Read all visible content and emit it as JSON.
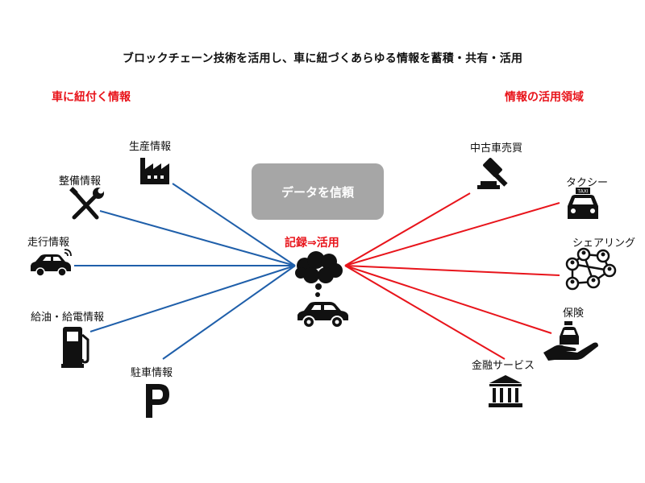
{
  "title": "ブロックチェーン技術を活用し、車に紐づくあらゆる情報を蓄積・共有・活用",
  "left_heading": "車に紐付く情報",
  "right_heading": "情報の活用領域",
  "center": {
    "box_label": "データを信頼",
    "flow_label": "記録⇒活用"
  },
  "left_nodes": [
    {
      "label": "生産情報",
      "icon": "factory-icon"
    },
    {
      "label": "整備情報",
      "icon": "wrench-screwdriver-icon"
    },
    {
      "label": "走行情報",
      "icon": "connected-car-icon"
    },
    {
      "label": "給油・給電情報",
      "icon": "fuel-pump-icon"
    },
    {
      "label": "駐車情報",
      "icon": "parking-icon"
    }
  ],
  "right_nodes": [
    {
      "label": "中古車売買",
      "icon": "auction-gavel-icon"
    },
    {
      "label": "タクシー",
      "icon": "taxi-icon"
    },
    {
      "label": "シェアリング",
      "icon": "sharing-network-icon"
    },
    {
      "label": "保険",
      "icon": "insurance-hand-car-icon"
    },
    {
      "label": "金融サービス",
      "icon": "bank-icon"
    }
  ],
  "taxi_sign_text": "TAXI",
  "colors": {
    "left_lines": "#1f5faa",
    "right_lines": "#e8141b",
    "heading": "#e8141b",
    "box": "#a6a6a6"
  }
}
